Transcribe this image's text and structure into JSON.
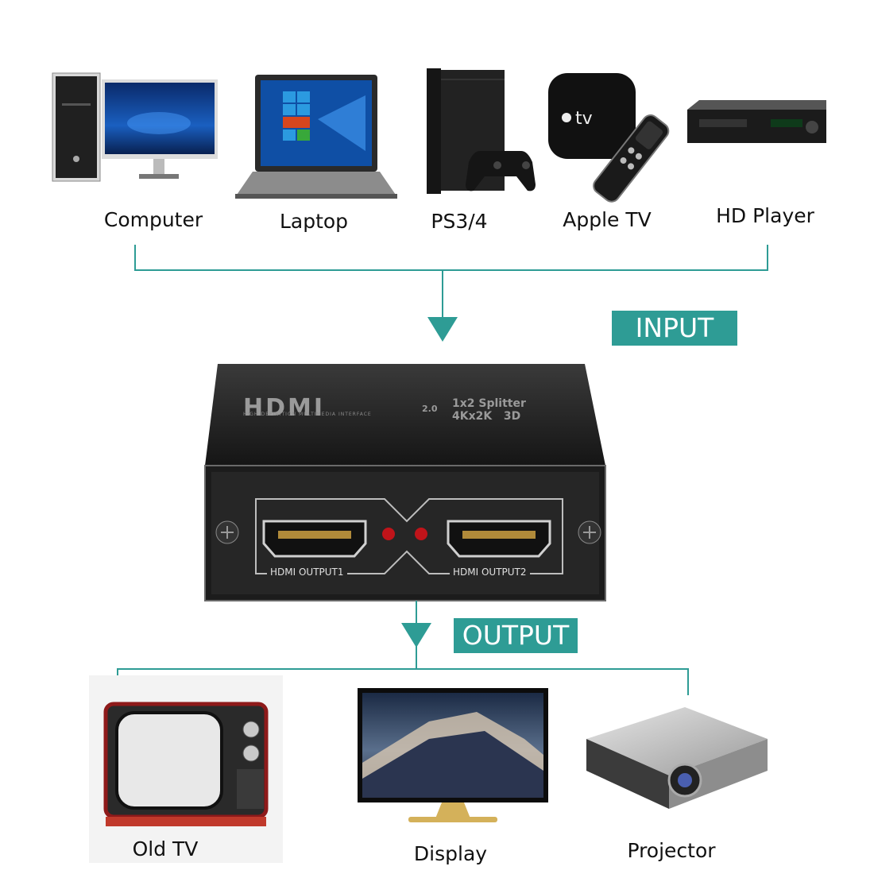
{
  "inputs": [
    {
      "label": "Computer",
      "icon": "desktop-computer-icon"
    },
    {
      "label": "Laptop",
      "icon": "laptop-icon"
    },
    {
      "label": "PS3/4",
      "icon": "game-console-icon"
    },
    {
      "label": "Apple TV",
      "icon": "apple-tv-icon"
    },
    {
      "label": "HD Player",
      "icon": "dvd-player-icon"
    }
  ],
  "input_tag": "INPUT",
  "output_tag": "OUTPUT",
  "splitter": {
    "brand": "HDMI",
    "version": "2.0",
    "tagline": "HIGH-DEFINITION MULTIMEDIA INTERFACE",
    "model_line1": "1x2 Splitter",
    "model_line2": "4Kx2K   3D",
    "port1_label": "HDMI OUTPUT1",
    "port2_label": "HDMI OUTPUT2"
  },
  "outputs": [
    {
      "label": "Old TV",
      "icon": "old-tv-icon"
    },
    {
      "label": "Display",
      "icon": "monitor-icon"
    },
    {
      "label": "Projector",
      "icon": "projector-icon"
    }
  ],
  "colors": {
    "accent": "#2e9c95",
    "device_body": "#1e1e1e",
    "led": "#c0141a"
  }
}
